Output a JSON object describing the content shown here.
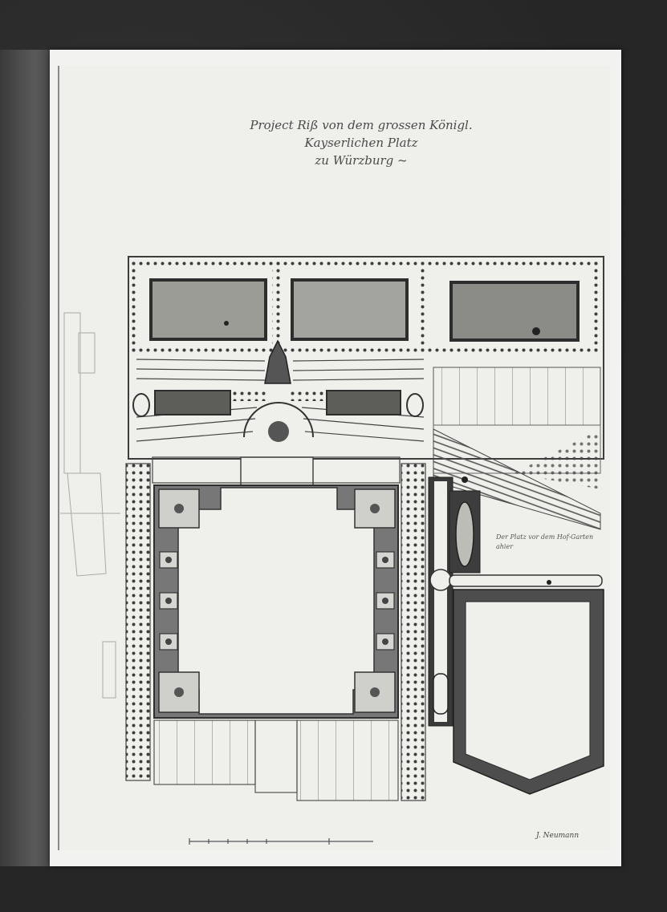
{
  "drawing": {
    "title_line1": "Project Riß von dem grossen Königl. Kayserlichen Platz",
    "title_line2": "zu Würzburg ~",
    "side_note": "Der Platz vor dem Hof-Garten ahier",
    "signature": "J. Neumann"
  },
  "colors": {
    "paper": "#efefec",
    "ink": "#3d3d3d",
    "wash_dark": "#6b6b6b",
    "wash_mid": "#9a9a9a",
    "background": "#2a2a2a"
  }
}
